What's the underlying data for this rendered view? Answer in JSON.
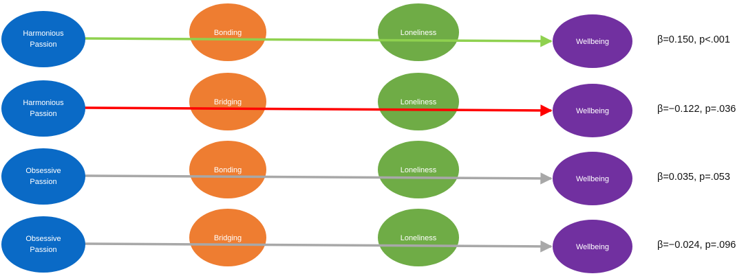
{
  "colors": {
    "passion": "#0a6ac6",
    "social": "#ee7d31",
    "loneliness": "#6fac46",
    "wellbeing": "#7130a0",
    "arrow_significant_positive": "#8fd14f",
    "arrow_significant_negative": "#ff0000",
    "arrow_nonsignificant": "#a8a8a8"
  },
  "rows": [
    {
      "passion": [
        "Harmonious",
        "Passion"
      ],
      "social": "Bonding",
      "loneliness": "Loneliness",
      "wellbeing": "Wellbeing",
      "stat": "β=0.150, p<.001",
      "arrow_color": "#8fd14f"
    },
    {
      "passion": [
        "Harmonious",
        "Passion"
      ],
      "social": "Bridging",
      "loneliness": "Loneliness",
      "wellbeing": "Wellbeing",
      "stat": "β=−0.122, p=.036",
      "arrow_color": "#ff0000"
    },
    {
      "passion": [
        "Obsessive",
        "Passion"
      ],
      "social": "Bonding",
      "loneliness": "Loneliness",
      "wellbeing": "Wellbeing",
      "stat": "β=0.035, p=.053",
      "arrow_color": "#a8a8a8"
    },
    {
      "passion": [
        "Obsessive",
        "Passion"
      ],
      "social": "Bridging",
      "loneliness": "Loneliness",
      "wellbeing": "Wellbeing",
      "stat": "β=−0.024, p=.096",
      "arrow_color": "#a8a8a8"
    }
  ]
}
